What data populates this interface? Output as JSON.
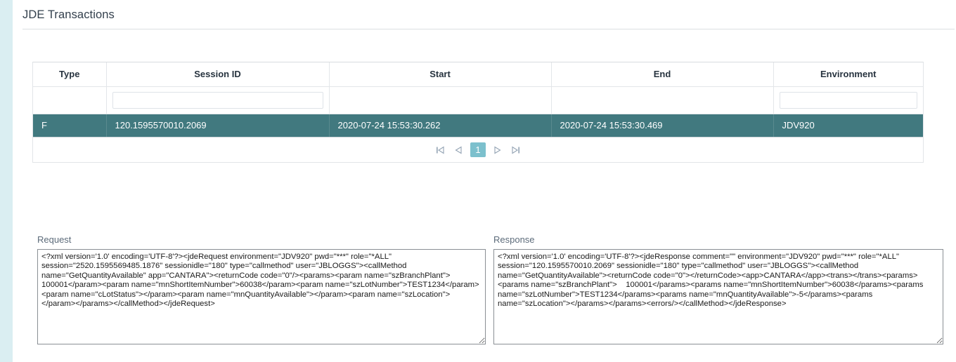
{
  "page": {
    "title": "JDE Transactions",
    "accent_strip_color": "#daeef2",
    "row_highlight_color": "#41797f",
    "pager_active_color": "#7cc0cd"
  },
  "grid": {
    "columns": [
      {
        "key": "type",
        "label": "Type",
        "filterable": false
      },
      {
        "key": "session_id",
        "label": "Session ID",
        "filterable": true
      },
      {
        "key": "start",
        "label": "Start",
        "filterable": false
      },
      {
        "key": "end",
        "label": "End",
        "filterable": false
      },
      {
        "key": "environment",
        "label": "Environment",
        "filterable": true
      }
    ],
    "filters": {
      "session_id": "",
      "environment": ""
    },
    "rows": [
      {
        "type": "F",
        "session_id": "120.1595570010.2069",
        "start": "2020-07-24 15:53:30.262",
        "end": "2020-07-24 15:53:30.469",
        "environment": "JDV920",
        "selected": true
      }
    ],
    "pager": {
      "first_icon": "first-page-icon",
      "prev_icon": "previous-page-icon",
      "current_page": "1",
      "next_icon": "next-page-icon",
      "last_icon": "last-page-icon"
    }
  },
  "request": {
    "label": "Request",
    "value": "<?xml version='1.0' encoding='UTF-8'?><jdeRequest environment=\"JDV920\" pwd=\"***\" role=\"*ALL\" session=\"2520.1595569485.1876\" sessionidle=\"180\" type=\"callmethod\" user=\"JBLOGGS\"><callMethod name=\"GetQuantityAvailable\" app=\"CANTARA\"><returnCode code=\"0\"/><params><param name=\"szBranchPlant\">    100001</param><param name=\"mnShortItemNumber\">60038</param><param name=\"szLotNumber\">TEST1234</param><param name=\"cLotStatus\"></param><param name=\"mnQuantityAvailable\"></param><param name=\"szLocation\">              </param></params></callMethod></jdeRequest>"
  },
  "response": {
    "label": "Response",
    "value": "<?xml version='1.0' encoding='UTF-8'?><jdeResponse comment=\"\" environment=\"JDV920\" pwd=\"***\" role=\"*ALL\" session=\"120.1595570010.2069\" sessionidle=\"180\" type=\"callmethod\" user=\"JBLOGGS\"><callMethod name=\"GetQuantityAvailable\"><returnCode code=\"0\"></returnCode><app>CANTARA</app><trans></trans><params><params name=\"szBranchPlant\">    100001</params><params name=\"mnShortItemNumber\">60038</params><params name=\"szLotNumber\">TEST1234</params><params name=\"mnQuantityAvailable\">-5</params><params name=\"szLocation\"></params></params><errors/></callMethod></jdeResponse>"
  }
}
